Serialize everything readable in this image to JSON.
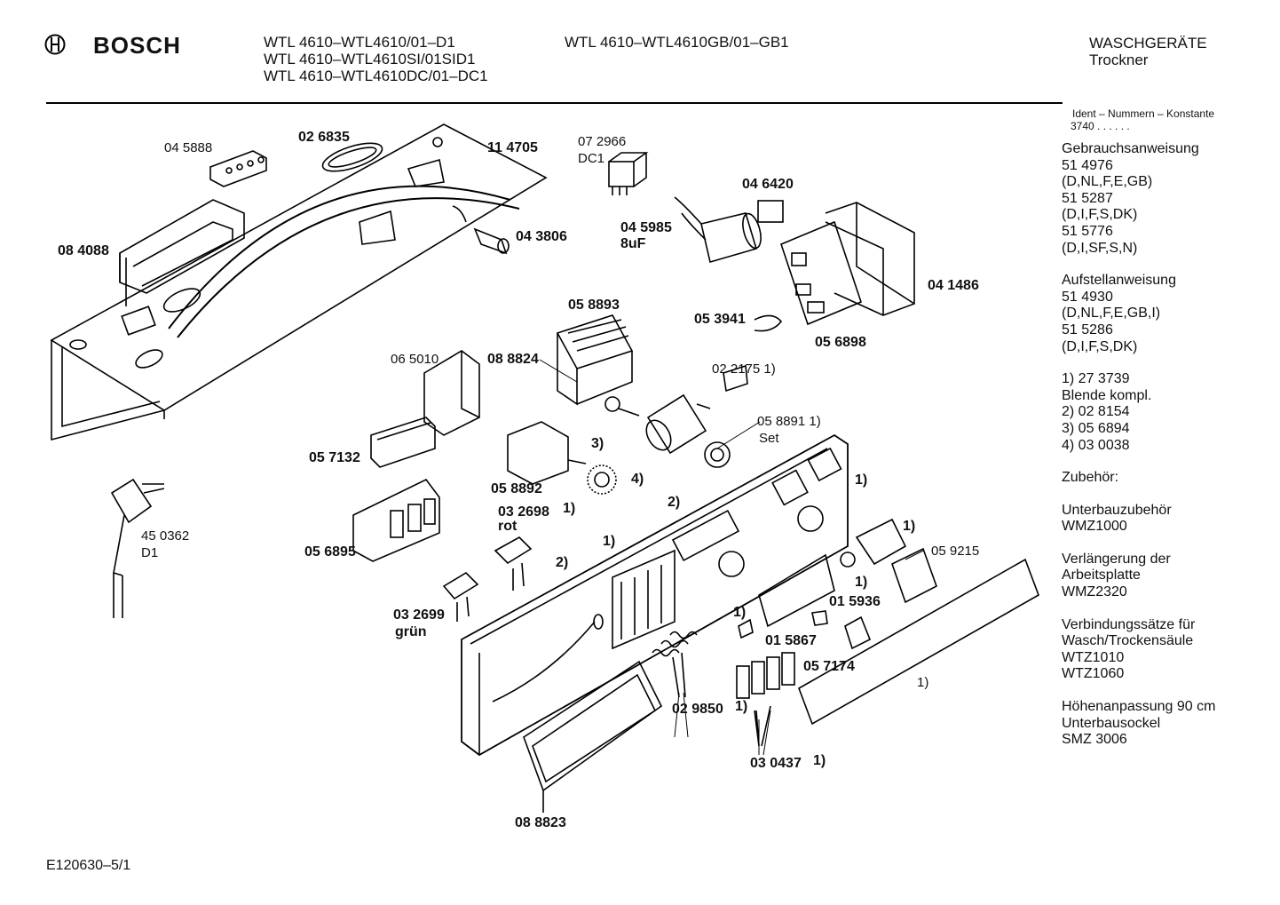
{
  "header": {
    "brand": "BOSCH",
    "model_lines_left": [
      "WTL 4610–WTL4610/01–D1",
      "WTL 4610–WTL4610SI/01SID1",
      "WTL 4610–WTL4610DC/01–DC1"
    ],
    "model_line_middle": "WTL 4610–WTL4610GB/01–GB1",
    "category": "WASCHGERÄTE",
    "subcategory": "Trockner"
  },
  "sidebar": {
    "ident_title": "Ident – Nummern – Konstante",
    "ident_value": "3740 . . . . . .",
    "gebrauch": {
      "title": "Gebrauchsanweisung",
      "lines": [
        "51 4976",
        "(D,NL,F,E,GB)",
        "51 5287",
        "(D,I,F,S,DK)",
        "51 5776",
        "(D,I,SF,S,N)"
      ]
    },
    "aufstell": {
      "title": "Aufstellanweisung",
      "lines": [
        "51 4930",
        "(D,NL,F,E,GB,I)",
        "51 5286",
        "(D,I,F,S,DK)"
      ]
    },
    "notes": [
      "1)  27 3739",
      "Blende kompl.",
      "2)  02 8154",
      "3)  05 6894",
      "4)  03 0038"
    ],
    "zubehoer": "Zubehör:",
    "unterbau": {
      "title": "Unterbauzubehör",
      "lines": [
        "WMZ1000"
      ]
    },
    "verlaengerung": {
      "title": "Verlängerung der",
      "lines": [
        "Arbeitsplatte",
        "WMZ2320"
      ]
    },
    "verbindung": {
      "title": "Verbindungssätze für",
      "lines": [
        "Wasch/Trockensäule",
        "WTZ1010",
        "WTZ1060"
      ]
    },
    "hoehen": {
      "title": "Höhenanpassung 90 cm",
      "lines": [
        "Unterbausockel",
        "SMZ 3006"
      ]
    }
  },
  "labels": {
    "p045888": "04 5888",
    "p026835": "02 6835",
    "p114705": "11 4705",
    "p072966": "07 2966",
    "dc1": "DC1",
    "p046420": "04 6420",
    "p043806": "04 3806",
    "p045985": "04 5985",
    "uf": "8uF",
    "p084088": "08 4088",
    "p041486": "04 1486",
    "p058893": "05 8893",
    "p053941": "05 3941",
    "p056898": "05 6898",
    "p065010": "06 5010",
    "p088824": "08 8824",
    "p022175": "02 2175 1)",
    "p058891": "05 8891 1)",
    "set": "Set",
    "p057132": "05 7132",
    "n3": "3)",
    "n4": "4)",
    "n1_panel": "1)",
    "p058892": "05 8892",
    "n2a": "2)",
    "p032698": "03 2698",
    "n1_a": "1)",
    "rot": "rot",
    "n1_b": "1)",
    "p450362": "45 0362",
    "d1": "D1",
    "p056895": "05 6895",
    "n2b": "2)",
    "n1_c": "1)",
    "p059215": "05 9215",
    "n1_d": "1)",
    "p015936": "01 5936",
    "n1_e": "1)",
    "p032699": "03 2699",
    "gruen": "grün",
    "p015867": "01 5867",
    "p057174": "05 7174",
    "n1_f": "1)",
    "p029850": "02 9850",
    "n1_g": "1)",
    "p030437": "03 0437",
    "n1_h": "1)",
    "p088823": "08 8823"
  },
  "footer": {
    "code": "E120630–5/1"
  }
}
